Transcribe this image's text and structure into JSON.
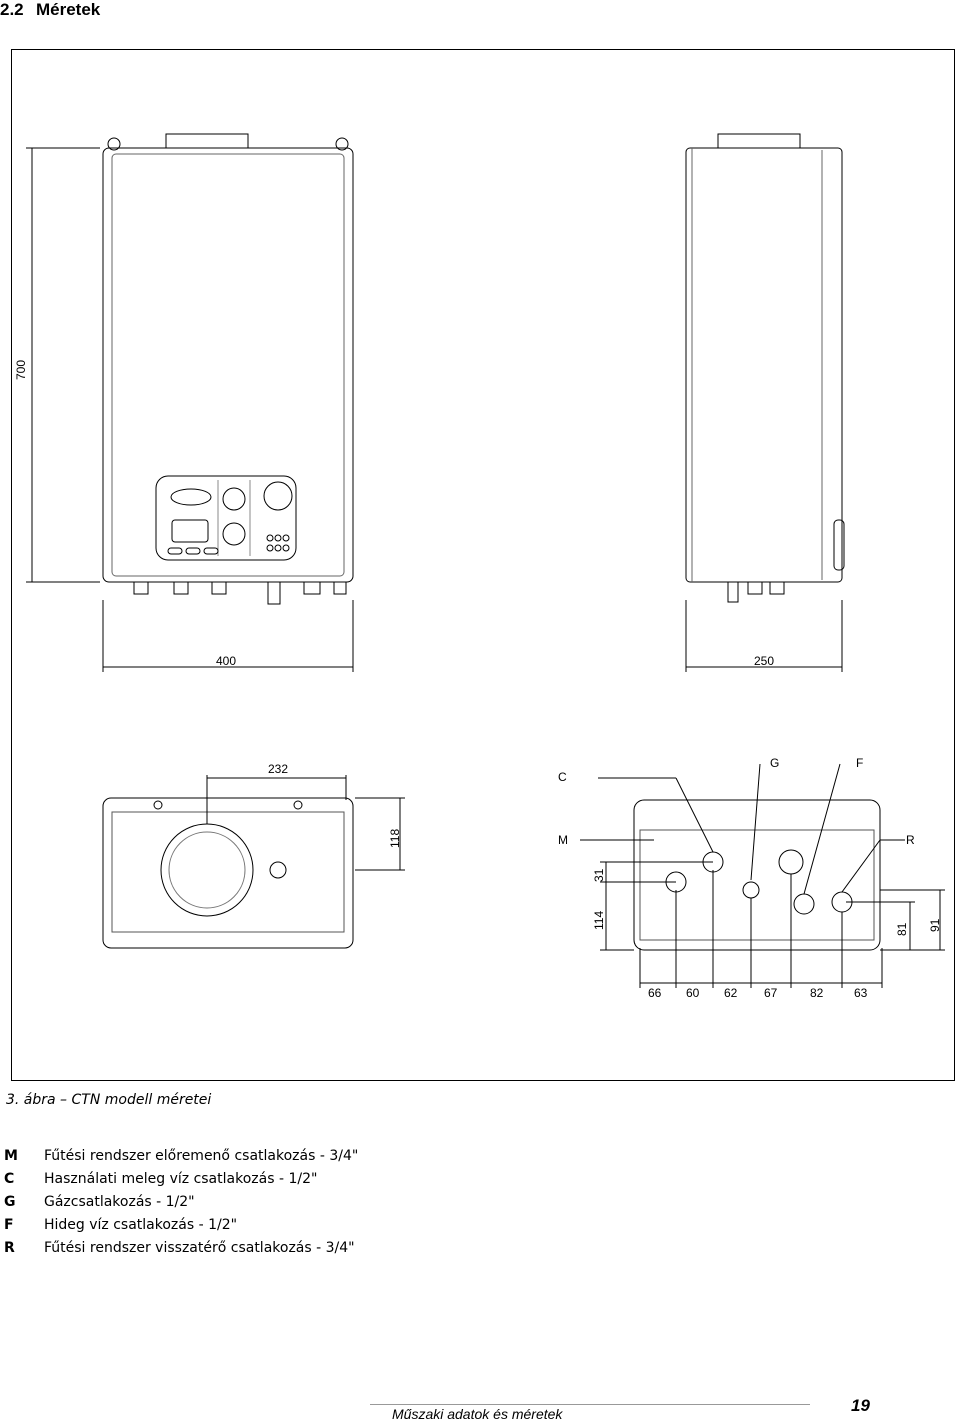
{
  "section": {
    "number": "2.2",
    "title": "Méretek"
  },
  "dimensions": {
    "height_700": "700",
    "width_400": "400",
    "depth_250": "250",
    "flue_232": "232",
    "flue_118": "118",
    "d_31": "31",
    "d_114": "114",
    "d_81": "81",
    "d_91": "91",
    "bottom": [
      "66",
      "60",
      "62",
      "67",
      "82",
      "63"
    ]
  },
  "callouts": {
    "C": "C",
    "G": "G",
    "F": "F",
    "M": "M",
    "R": "R"
  },
  "figure_caption": "3. ábra – CTN modell méretei",
  "legend": [
    {
      "code": "M",
      "text": "Fűtési rendszer előremenő csatlakozás - 3/4\""
    },
    {
      "code": "C",
      "text": "Használati meleg víz csatlakozás - 1/2\""
    },
    {
      "code": "G",
      "text": "Gázcsatlakozás - 1/2\""
    },
    {
      "code": "F",
      "text": "Hideg víz csatlakozás - 1/2\""
    },
    {
      "code": "R",
      "text": "Fűtési rendszer visszatérő csatlakozás - 3/4\""
    }
  ],
  "footer": {
    "text": "Műszaki adatok és méretek",
    "page": "19"
  },
  "colors": {
    "line": "#000000",
    "detail": "#555555"
  }
}
